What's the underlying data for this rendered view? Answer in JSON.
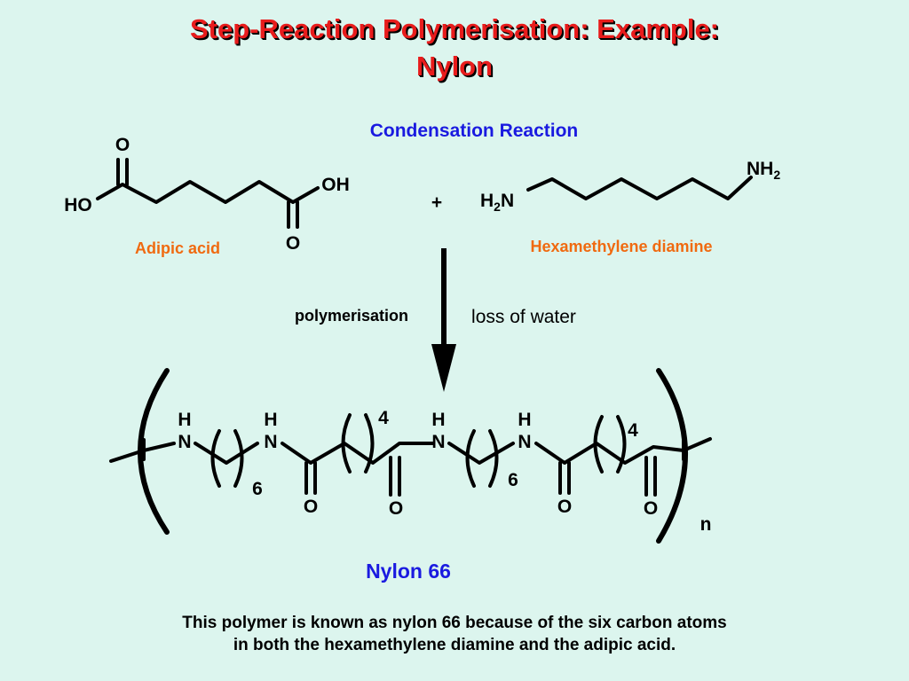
{
  "title": {
    "line1": "Step-Reaction Polymerisation: Example:",
    "line2": "Nylon"
  },
  "reaction": {
    "type_label": "Condensation Reaction",
    "plus": "+",
    "process_label": "polymerisation",
    "byproduct_label": "loss of water"
  },
  "adipic_acid": {
    "name": "Adipic acid",
    "atom_o_top": "O",
    "atom_oh": "OH",
    "atom_ho": "HO",
    "atom_o_bottom": "O"
  },
  "diamine": {
    "name": "Hexamethylene diamine",
    "h2n_h": "H",
    "h2n_sub": "2",
    "h2n_n": "N",
    "nh2_n": "NH",
    "nh2_sub": "2"
  },
  "polymer": {
    "name": "Nylon 66",
    "atom_h": "H",
    "atom_n": "N",
    "atom_o": "O",
    "repeat_six": "6",
    "repeat_four": "4",
    "repeat_n": "n"
  },
  "colors": {
    "background": "#dcf5ee",
    "title": "#e81c1c",
    "blue_label": "#1a1ae0",
    "orange_label": "#f06a10"
  },
  "footer": {
    "line1": "This polymer is known as nylon 66 because of the six carbon atoms",
    "line2": "in both the hexamethylene diamine and the adipic acid."
  }
}
